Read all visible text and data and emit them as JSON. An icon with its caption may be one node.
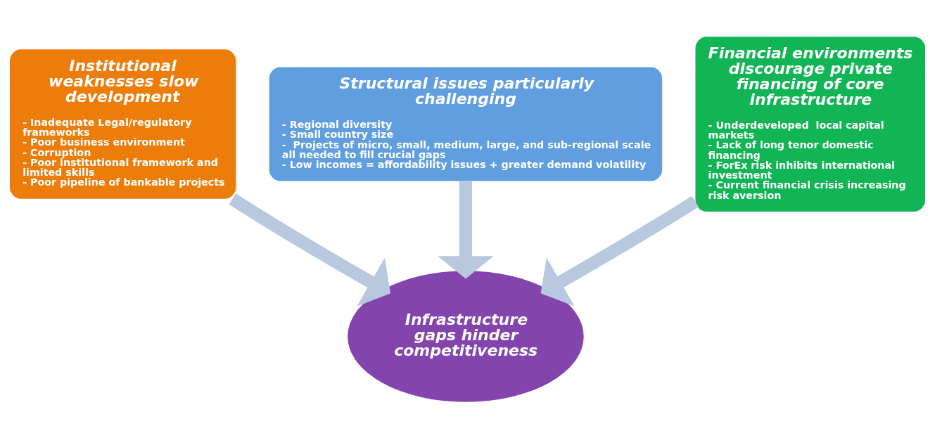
{
  "diagram": {
    "nodes": [
      {
        "text": [
          "Institutional weaknesses slow development",
          "- Inadequate Legal/regulatory frameworks",
          "- Poor business environment",
          "- Corruption",
          "- Poor institutional framework and limited skills",
          "- Poor pipeline of bankable projects"
        ]
      },
      {
        "text": [
          "Structural issues particularly challenging",
          "- Regional diversity",
          "- Small country size",
          "-  Projects of micro, small, medium, large, and sub-regional scale all needed to fill crucial gaps",
          "- Low incomes = affordability issues + greater demand volatility"
        ]
      },
      {
        "text": [
          "Financial environments discourage private financing of core infrastructure",
          "- Underdeveloped  local capital markets",
          "- Lack of long tenor domestic financing",
          "- ForEx risk inhibits international investment",
          "- Current financial crisis increasing risk aversion"
        ]
      },
      {
        "text": [
          "Infrastructure gaps hinder competitiveness"
        ]
      }
    ],
    "edges": [
      {
        "from": 0,
        "to": 3,
        "arrow": "to"
      },
      {
        "from": 1,
        "to": 3,
        "arrow": "to"
      },
      {
        "from": 2,
        "to": 3,
        "arrow": "to"
      }
    ]
  }
}
